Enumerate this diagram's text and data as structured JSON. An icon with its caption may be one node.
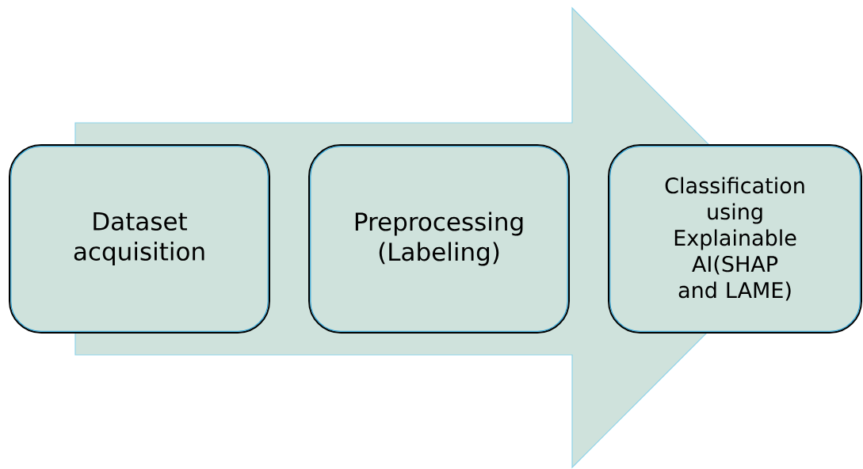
{
  "diagram": {
    "nodes": [
      {
        "text": [
          "Dataset acquisition"
        ]
      },
      {
        "text": [
          "Preprocessing (Labeling)"
        ]
      },
      {
        "text": [
          "Classification using Explainable AI(SHAP and LAME)"
        ]
      }
    ],
    "edges": [
      {
        "from": 0,
        "to": 2,
        "arrow": "to"
      }
    ]
  }
}
